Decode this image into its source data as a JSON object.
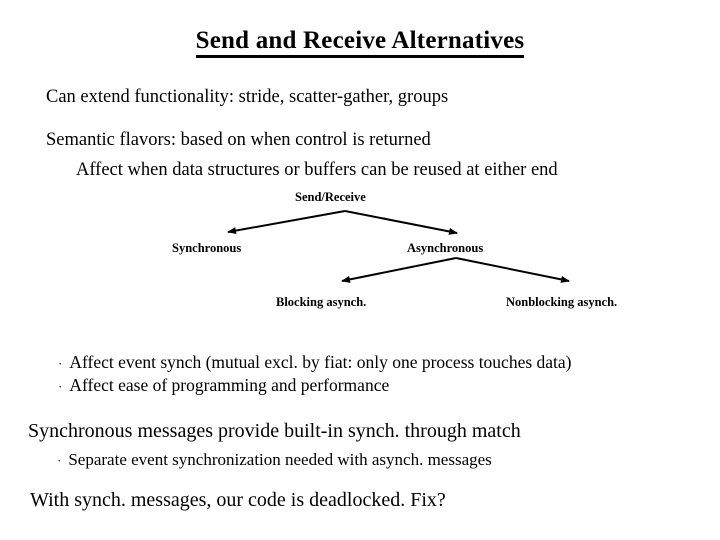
{
  "slide": {
    "title": "Send and Receive Alternatives",
    "background_color": "#ffffff",
    "text_color": "#000000",
    "body_lines": {
      "extend": "Can extend functionality: stride, scatter-gather, groups",
      "flavors": "Semantic flavors: based on when control is returned",
      "affect": "Affect when data structures or buffers can be reused at either end",
      "sync_messages": "Synchronous messages provide built-in synch. through match",
      "deadlock": "With synch. messages, our code is deadlocked.  Fix?"
    },
    "bullets": [
      {
        "marker": "·",
        "text": "Affect event synch (mutual excl. by fiat: only one process touches data)"
      },
      {
        "marker": "·",
        "text": "Affect ease of programming and performance"
      },
      {
        "marker": "·",
        "text": "Separate event synchronization needed with asynch. messages"
      }
    ],
    "diagram": {
      "root": "Send/Receive",
      "children": [
        {
          "label": "Synchronous"
        },
        {
          "label": "Asynchronous"
        }
      ],
      "grandchildren": [
        {
          "label": "Blocking asynch."
        },
        {
          "label": "Nonblocking asynch."
        }
      ],
      "edge_color": "#000000"
    }
  }
}
